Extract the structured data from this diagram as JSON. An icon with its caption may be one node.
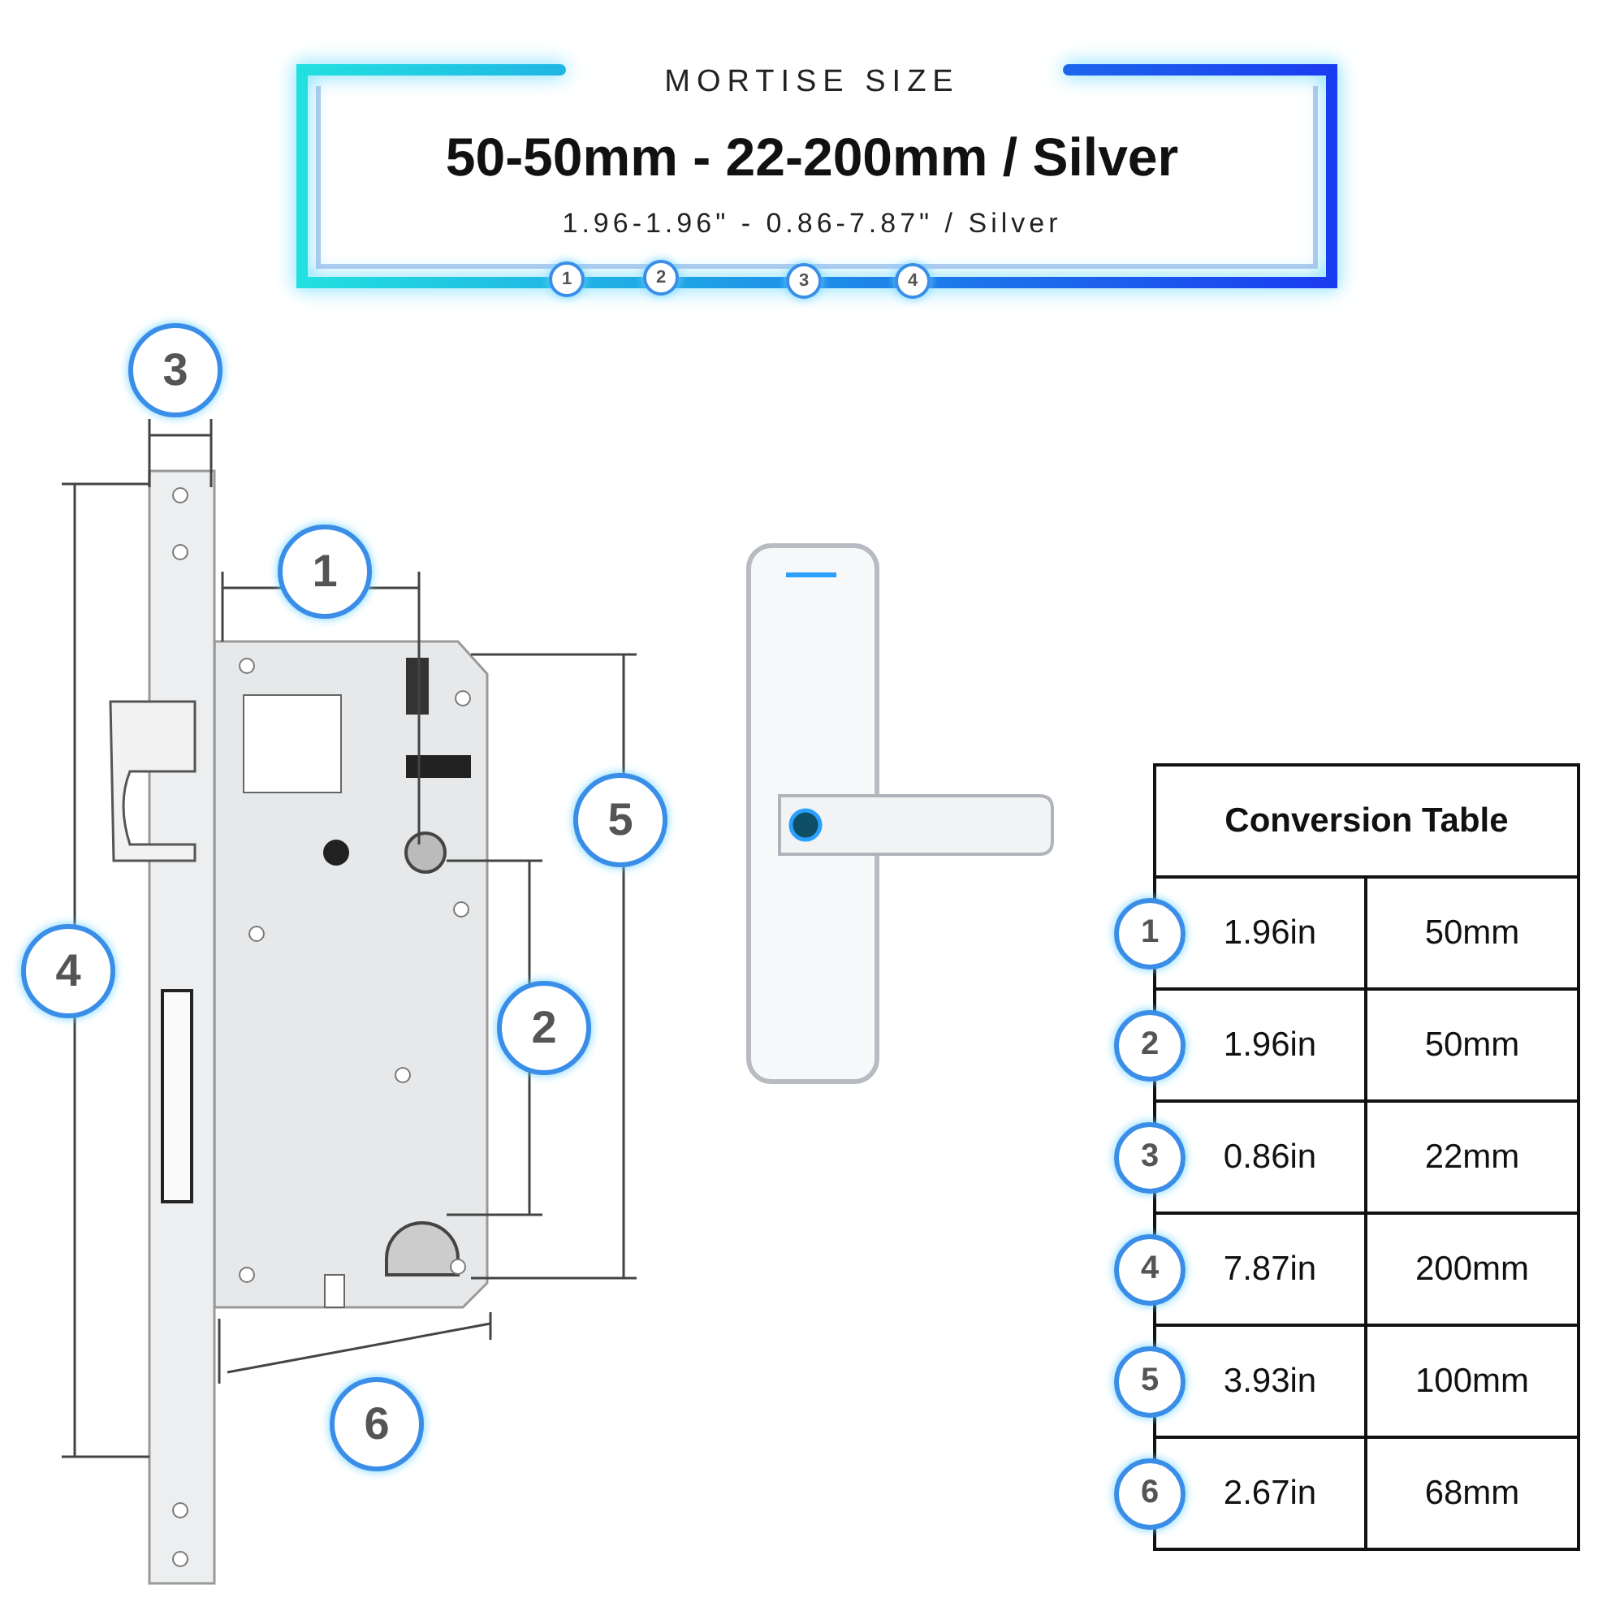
{
  "diagram": {
    "title": "MORTISE SIZE",
    "labels": [
      "50-50mm - 22-200mm / Silver",
      "1.96-1.96\" - 0.86-7.87\" / Silver",
      "1",
      "2",
      "3",
      "4",
      "3",
      "1",
      "5",
      "4",
      "2",
      "6",
      "Conversion Table",
      "1",
      "1.96in",
      "50mm",
      "2",
      "1.96in",
      "50mm",
      "3",
      "0.86in",
      "22mm",
      "4",
      "7.87in",
      "200mm",
      "5",
      "3.93in",
      "100mm",
      "6",
      "2.67in",
      "68mm"
    ]
  }
}
